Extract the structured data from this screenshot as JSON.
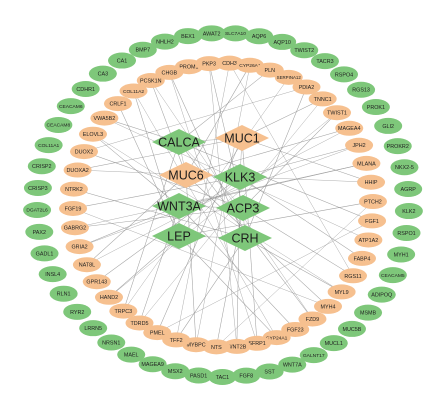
{
  "colors": {
    "outer": "#7ec77a",
    "inner": "#f6c08f",
    "edge": "#8c8c8c",
    "text": "#222222"
  },
  "outer_ring": [
    "BEX1",
    "AWAT2",
    "SLC7A10",
    "AQP6",
    "AQP10",
    "TWIST2",
    "TACR3",
    "RSPO4",
    "RGS13",
    "PROK1",
    "GLI2",
    "PROKR2",
    "NKX2-5",
    "AGRP",
    "KLK2",
    "RSPO1",
    "MYH1",
    "CEACAM5",
    "ADIPOQ",
    "MSMB",
    "MUC5B",
    "MUCL1",
    "GALNT17",
    "WNT7A",
    "SST",
    "FGF8",
    "TAC1",
    "PASD1",
    "MSX2",
    "MAGEA9",
    "MAEL",
    "NRSN1",
    "LRRN5",
    "RYR2",
    "RLN1",
    "INSL4",
    "GADL1",
    "PAX2",
    "DGAT2L6",
    "CRISP3",
    "CRISP2",
    "COL11A1",
    "CEACAM8",
    "CEACAM6",
    "CDHR1",
    "CA3",
    "CA1",
    "BMP7",
    "NHLH2"
  ],
  "inner_ring": [
    "PROM1",
    "PKP3",
    "CDH3",
    "CYP26A1",
    "PLN",
    "SERPINA12",
    "PDIA2",
    "TNNC1",
    "TWIST1",
    "MAGEA4",
    "JPH2",
    "MLANA",
    "HHIP",
    "PTCH2",
    "FGF1",
    "ATP1A2",
    "FABP4",
    "RGS11",
    "MYL9",
    "MYH4",
    "FZD9",
    "FGF23",
    "CYP24A1",
    "SFRP1",
    "WNT2B",
    "NTS",
    "MYBPC",
    "TFF2",
    "PMEL",
    "TDRD5",
    "TRPC3",
    "HAND2",
    "GPR143",
    "NAT8L",
    "GRIA2",
    "GABRG2",
    "FGF19",
    "NTRK2",
    "DUOXA2",
    "DUOX2",
    "ELOVL3",
    "VWA5B2",
    "CRLF1",
    "COL11A2",
    "PCSK1N",
    "CHGB"
  ],
  "hubs": [
    "CALCA",
    "MUC1",
    "MUC6",
    "KLK3",
    "WNT3A",
    "ACP3",
    "LEP",
    "CRH"
  ]
}
